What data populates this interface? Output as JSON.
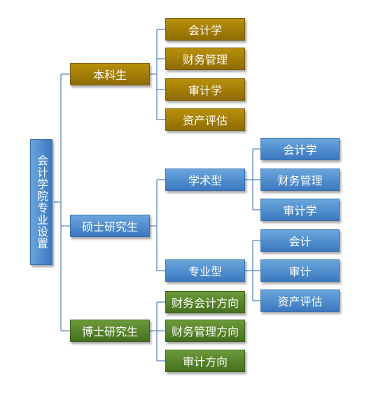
{
  "root": {
    "label": "会计学院专业设置"
  },
  "level1": {
    "undergrad": {
      "label": "本科生",
      "children": [
        "会计学",
        "财务管理",
        "审计学",
        "资产评估"
      ]
    },
    "master": {
      "label": "硕士研究生",
      "academic": {
        "label": "学术型",
        "children": [
          "会计学",
          "财务管理",
          "审计学"
        ]
      },
      "professional": {
        "label": "专业型",
        "children": [
          "会计",
          "审计",
          "资产评估"
        ]
      }
    },
    "doctoral": {
      "label": "博士研究生",
      "children": [
        "财务会计方向",
        "财务管理方向",
        "审计方向"
      ]
    }
  },
  "colors": {
    "undergrad": "#a67c08",
    "master": "#4f8fd1",
    "doctoral": "#5a8a2c",
    "connector": "#5b8bc4"
  }
}
